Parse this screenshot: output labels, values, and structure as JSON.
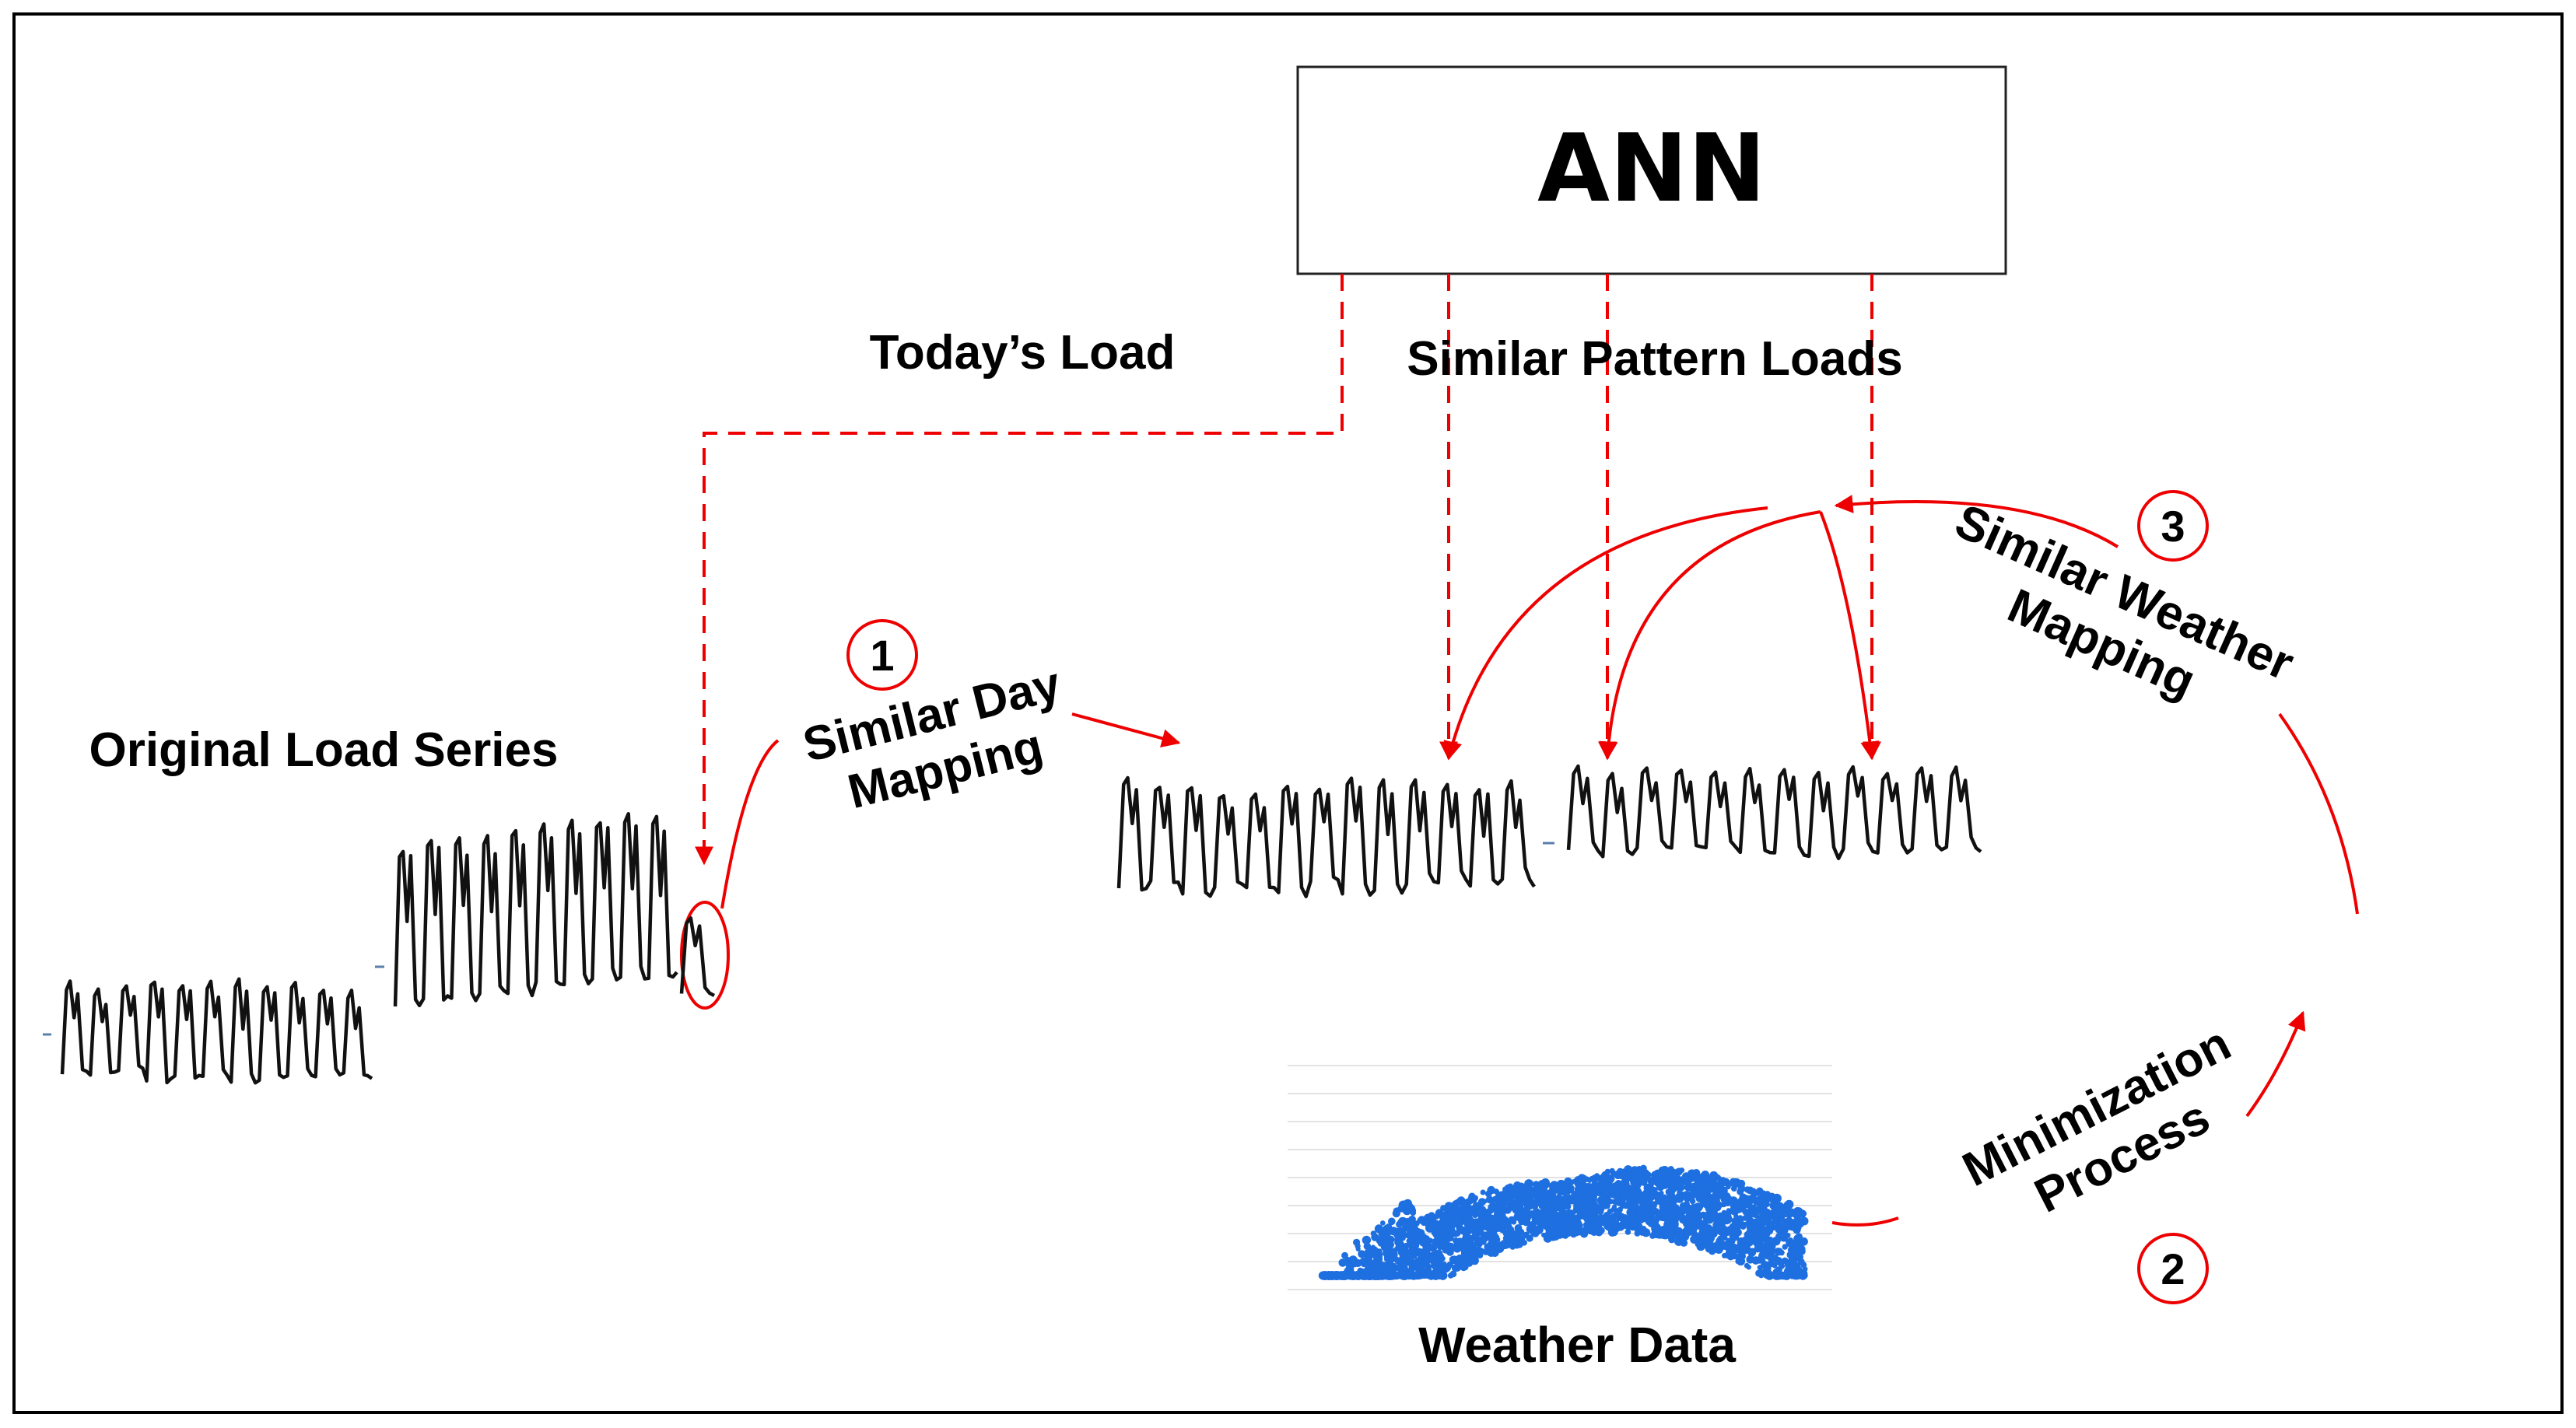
{
  "colors": {
    "accent": "#ee0000",
    "ink": "#000000",
    "scatter": "#1e6fe0",
    "frame": "#000000"
  },
  "ann_box": {
    "label": "ANN"
  },
  "labels": {
    "todays_load": "Today’s Load",
    "similar_pattern_loads": "Similar Pattern Loads",
    "original_load_series": "Original Load Series",
    "weather_data": "Weather Data",
    "similar_day_mapping": [
      "Similar Day",
      "Mapping"
    ],
    "similar_weather_mapping": [
      "Similar Weather",
      "Mapping"
    ],
    "minimization_process": [
      "Minimization",
      "Process"
    ]
  },
  "steps": [
    {
      "number": "1"
    },
    {
      "number": "2"
    },
    {
      "number": "3"
    }
  ]
}
